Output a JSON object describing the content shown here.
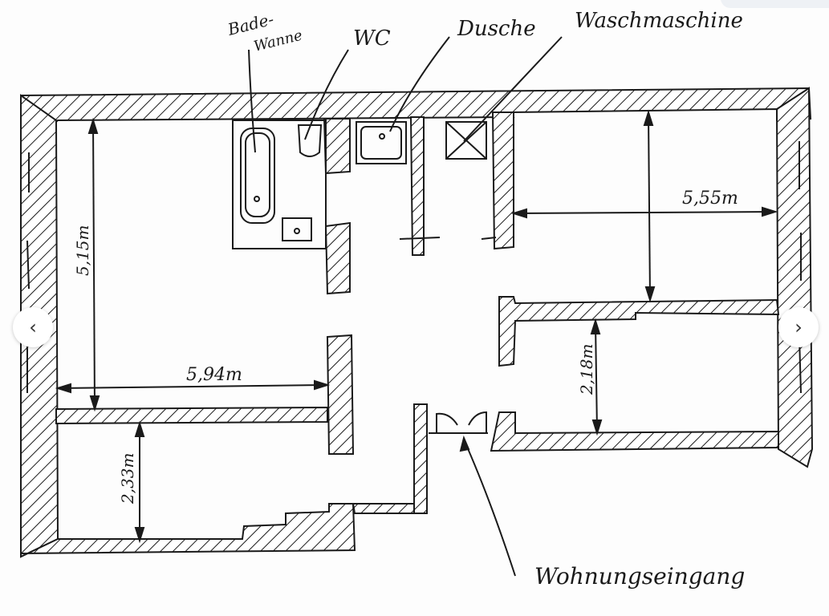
{
  "viewer": {
    "prev_icon": "chevron-left-icon",
    "next_icon": "chevron-right-icon",
    "prev_glyph": "‹",
    "next_glyph": "›"
  },
  "floorplan": {
    "labels": {
      "bathtub": "Bade-",
      "bathtub_line2": "Wanne",
      "wc": "WC",
      "shower": "Dusche",
      "washing_machine": "Waschmaschine",
      "entrance": "Wohnungseingang"
    },
    "dimensions": {
      "left_room_height": "5,15m",
      "left_room_width": "5,94m",
      "right_top_width": "5,55m",
      "right_bottom_height": "2,18m",
      "bottom_left_height": "2,33m"
    },
    "ink_color": "#1a1a1a"
  }
}
